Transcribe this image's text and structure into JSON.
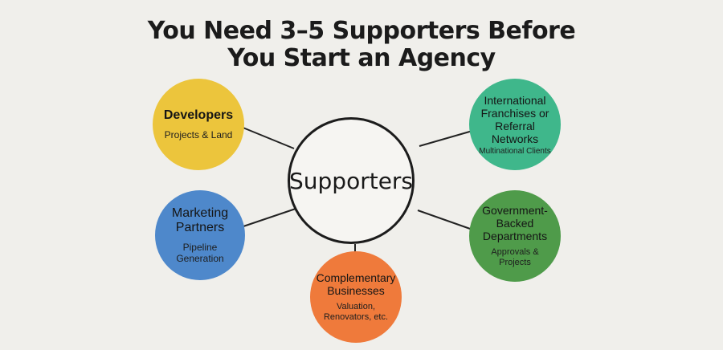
{
  "title": {
    "line1": "You Need 3–5 Supporters Before",
    "line2": "You Start an Agency"
  },
  "hub": {
    "label": "Supporters"
  },
  "nodes": {
    "developers": {
      "label": "Developers",
      "sub": "Projects & Land",
      "color": "#ecc53c"
    },
    "international": {
      "label": "International Franchises or Referral Networks",
      "sub": "Multinational Clients",
      "color": "#3fb78b"
    },
    "marketing": {
      "label": "Marketing Partners",
      "sub": "Pipeline Generation",
      "color": "#4e88cb"
    },
    "government": {
      "label": "Government-Backed Departments",
      "sub": "Approvals & Projects",
      "color": "#4f9b4a"
    },
    "complementary": {
      "label": "Complementary Businesses",
      "sub": "Valuation, Renovators, etc.",
      "color": "#ef7a3b"
    }
  }
}
